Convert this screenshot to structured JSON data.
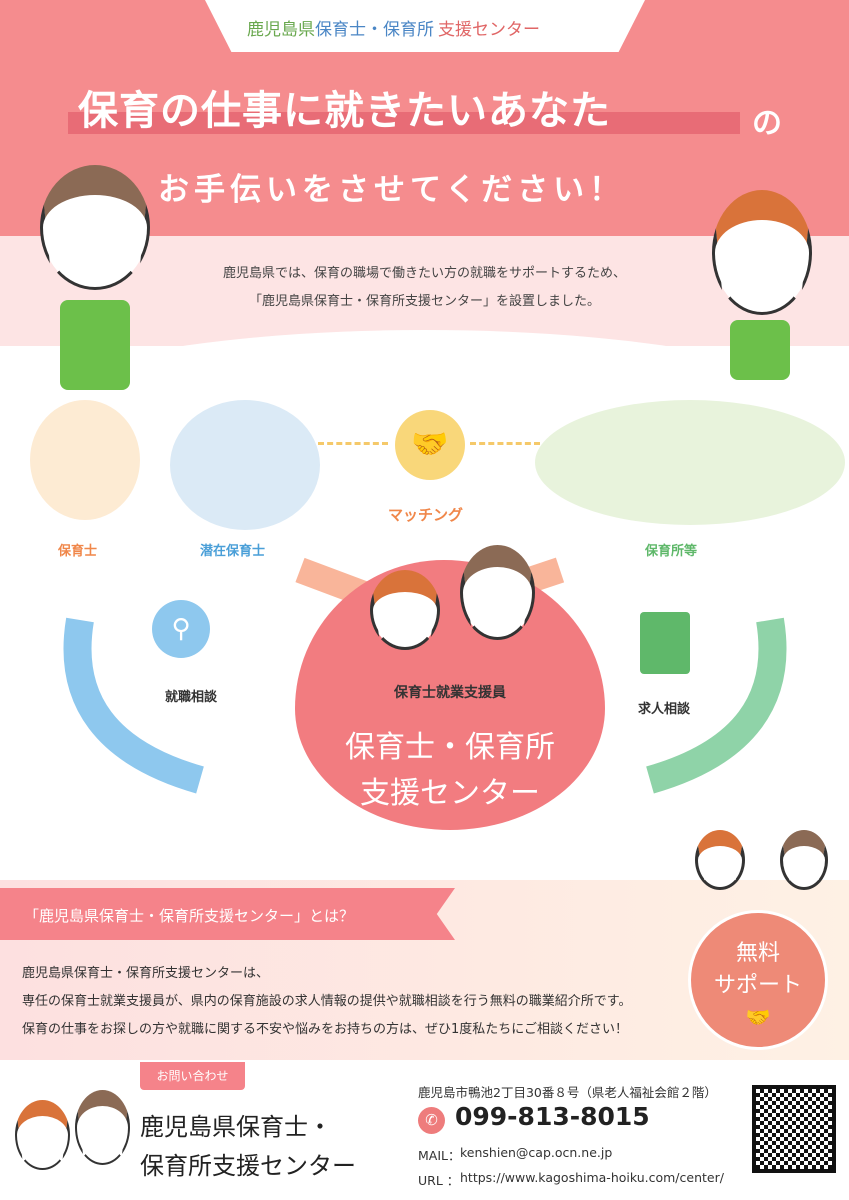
{
  "header": {
    "tab_parts": [
      {
        "text": "鹿児島県",
        "color": "#6aa84f"
      },
      {
        "text": "保育士・保育所",
        "color": "#4a86c5"
      },
      {
        "text": "支援センター",
        "color": "#e06666"
      }
    ],
    "headline": "保育の仕事に就きたいあなた",
    "headline_suffix": "の",
    "subheadline": "お手伝いをさせてください！",
    "intro": [
      "鹿児島県では、保育の職場で働きたい方の就職をサポートするため、",
      "「鹿児島県保育士・保育所支援センター」を設置しました。"
    ]
  },
  "diagram": {
    "labels": {
      "hoikushi": "保育士",
      "senzai": "潜在保育士",
      "matching": "マッチング",
      "hoikusho": "保育所等",
      "shushoku": "就職相談",
      "kyujin": "求人相談",
      "staff": "保育士就業支援員",
      "center_line1": "保育士・保育所",
      "center_line2": "支援センター"
    },
    "colors": {
      "hoikushi": "#f0874a",
      "senzai": "#4a9fd8",
      "matching": "#f0874a",
      "hoikusho": "#5fb86a",
      "center": "#f27c80",
      "left_arrow": "#8ec8ee",
      "right_arrow": "#8fd3a8"
    },
    "icons": [
      "search-person-icon",
      "handshake-icon",
      "document-person-icon"
    ]
  },
  "about": {
    "title": "「鹿児島県保育士・保育所支援センター」とは？",
    "paragraphs": [
      "鹿児島県保育士・保育所支援センターは、",
      "専任の保育士就業支援員が、県内の保育施設の求人情報の提供や就職相談を行う無料の職業紹介所です。",
      "保育の仕事をお探しの方や就職に関する不安や悩みをお持ちの方は、ぜひ1度私たちにご相談ください！"
    ],
    "badge_line1": "無料",
    "badge_line2": "サポート"
  },
  "contact": {
    "tag": "お問い合わせ",
    "org_line1": "鹿児島県保育士・",
    "org_line2": "保育所支援センター",
    "address": "鹿児島市鴨池2丁目30番８号（県老人福祉会館２階）",
    "phone": "099-813-8015",
    "mail_label": "MAIL：",
    "mail": "kenshien@cap.ocn.ne.jp",
    "url_label": "URL ：",
    "url": "https://www.kagoshima-hoiku.com/center/"
  }
}
